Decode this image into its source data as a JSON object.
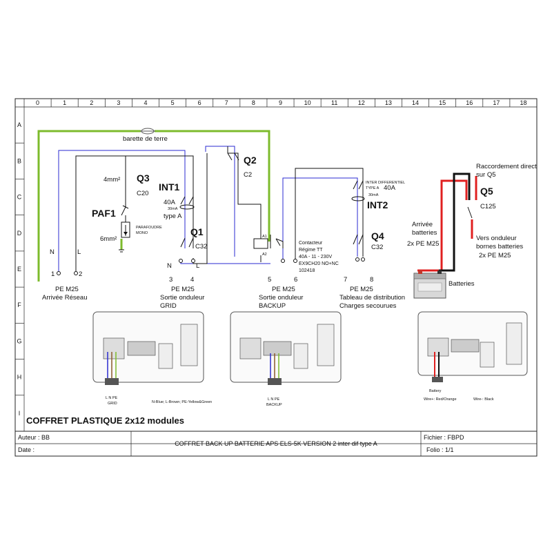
{
  "grid": {
    "columns": [
      "0",
      "1",
      "2",
      "3",
      "4",
      "5",
      "6",
      "7",
      "8",
      "9",
      "10",
      "11",
      "12",
      "13",
      "14",
      "15",
      "16",
      "17",
      "18"
    ],
    "rows": [
      "A",
      "B",
      "C",
      "D",
      "E",
      "F",
      "G",
      "H",
      "I"
    ]
  },
  "components": {
    "earth_bar": "barette de terre",
    "q3": {
      "name": "Q3",
      "rating": "C20",
      "cable": "4mm²"
    },
    "paf1": {
      "name": "PAF1",
      "desc1": "PARAFOUDRE",
      "desc2": "MONO",
      "cable": "6mm²"
    },
    "int1": {
      "name": "INT1",
      "rating": "40A",
      "sensitivity": "30mA",
      "type": "type A"
    },
    "q1": {
      "name": "Q1",
      "rating": "C32"
    },
    "q2": {
      "name": "Q2",
      "rating": "C2"
    },
    "contactor": {
      "l1": "Contacteur",
      "l2": "Régime TT",
      "l3": "40A - 11 - 230V",
      "l4": "EX9CH20 NO+NC",
      "l5": "102418",
      "a1": "A1",
      "a2": "A2"
    },
    "int2": {
      "name": "INT2",
      "desc1": "INTER DIFFERENTIEL",
      "desc2": "TYPE A",
      "rating": "40A",
      "sensitivity": "30mA"
    },
    "q4": {
      "name": "Q4",
      "rating": "C32"
    },
    "q5": {
      "name": "Q5",
      "rating": "C125",
      "note1": "Raccordement direct",
      "note2": "sur Q5"
    },
    "battery": {
      "arrival1": "Arrivée",
      "arrival2": "batteries",
      "arrival3": "2x PE M25",
      "label": "Batteries",
      "to1": "Vers onduleur",
      "to2": "bornes batteries",
      "to3": "2x PE M25"
    }
  },
  "terminals": {
    "n_left": "N",
    "l_left": "L",
    "n_grid": "N",
    "l_grid": "L",
    "t1": "1",
    "t2": "2",
    "t3": "3",
    "t4": "4",
    "t5": "5",
    "t6": "6",
    "t7": "7",
    "t8": "8"
  },
  "glands": {
    "g1": {
      "l1": "PE M25",
      "l2": "Arrivée Réseau"
    },
    "g2": {
      "l1": "PE M25",
      "l2": "Sortie onduleur",
      "l3": "GRID"
    },
    "g3": {
      "l1": "PE M25",
      "l2": "Sortie onduleur",
      "l3": "BACKUP"
    },
    "g4": {
      "l1": "PE M25",
      "l2": "Tableau de distribution",
      "l3": "Charges secourues"
    }
  },
  "inverters": {
    "grid_caption1": "L N PE",
    "grid_caption2": "GRID",
    "wire_legend": "N-Blue; L-Brown; PE-Yellow&Green",
    "backup_caption1": "L N PE",
    "backup_caption2": "BACKUP",
    "battery_caption": "Battery",
    "wire_pos": "Wire+: Red/Orange",
    "wire_neg": "Wire-: Black"
  },
  "title": "COFFRET PLASTIQUE 2x12 modules",
  "title_block": {
    "author": "Auteur : BB",
    "date": "Date :",
    "description": "COFFRET BACK UP BATTERIE APS ELS-5K VERSION 2 inter dif type A",
    "file": "Fichier : FBPD",
    "folio": "Folio : 1/1"
  },
  "colors": {
    "earth": "#7dbb2c",
    "neutral": "#2a2ad0",
    "battery_pos": "#e02020",
    "battery_neg": "#111111",
    "line": "#111111"
  }
}
